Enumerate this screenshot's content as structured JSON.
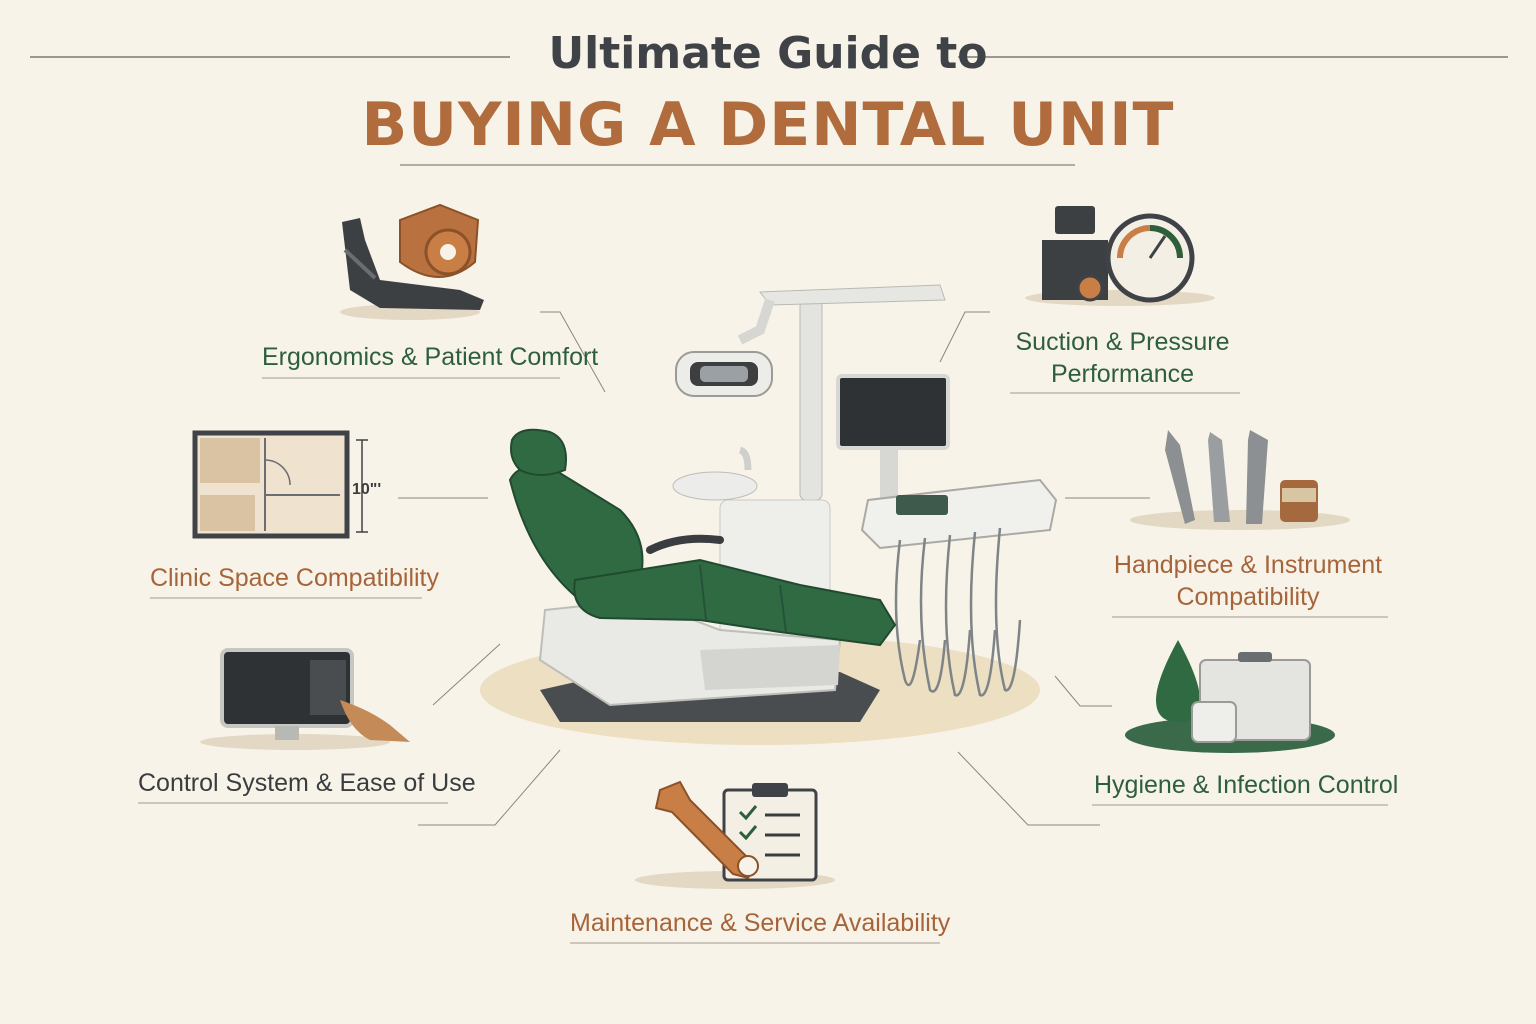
{
  "header": {
    "subtitle": "Ultimate Guide to",
    "title": "BUYING A DENTAL UNIT"
  },
  "factors": [
    {
      "label": "Ergonomics & Patient Comfort",
      "icon": "chair-shield-gear-icon"
    },
    {
      "label": "Clinic Space Compatibility",
      "icon": "floor-plan-icon",
      "dimension_text": "10\"'"
    },
    {
      "label": "Control System & Ease of Use",
      "icon": "touch-monitor-icon"
    },
    {
      "label": "Maintenance & Service Availability",
      "icon": "wrench-clipboard-icon"
    },
    {
      "label_line1": "Suction & Pressure",
      "label_line2": "Performance",
      "icon": "suction-gauge-icon"
    },
    {
      "label_line1": "Handpiece & Instrument",
      "label_line2": "Compatibility",
      "icon": "handpieces-icon"
    },
    {
      "label": "Hygiene & Infection Control",
      "icon": "droplet-sterilizer-icon"
    }
  ],
  "colors": {
    "background": "#f8f3e8",
    "green": "#2e5f3d",
    "brown": "#b06c3d",
    "dark": "#3f4347"
  }
}
